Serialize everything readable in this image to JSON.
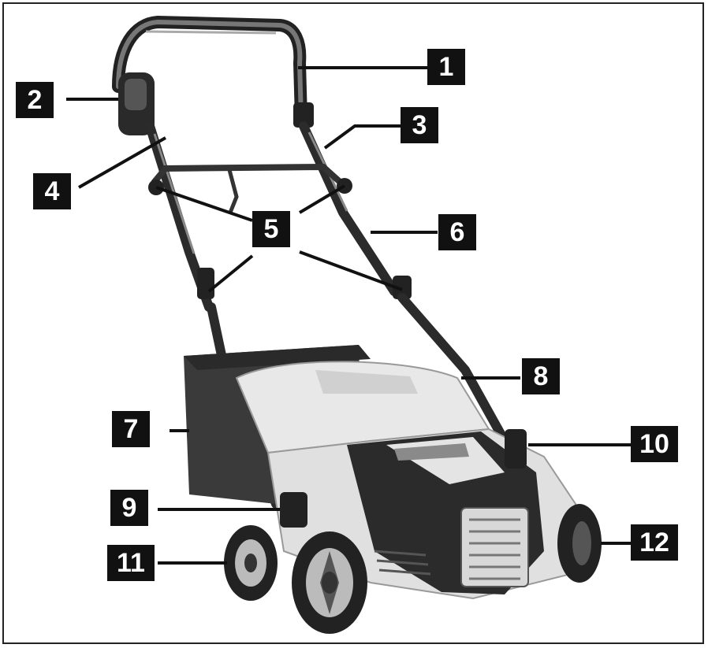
{
  "diagram": {
    "callouts": [
      {
        "id": "c1",
        "label": "1"
      },
      {
        "id": "c2",
        "label": "2"
      },
      {
        "id": "c3",
        "label": "3"
      },
      {
        "id": "c4",
        "label": "4"
      },
      {
        "id": "c5",
        "label": "5"
      },
      {
        "id": "c6",
        "label": "6"
      },
      {
        "id": "c7",
        "label": "7"
      },
      {
        "id": "c8",
        "label": "8"
      },
      {
        "id": "c9",
        "label": "9"
      },
      {
        "id": "c10",
        "label": "10"
      },
      {
        "id": "c11",
        "label": "11"
      },
      {
        "id": "c12",
        "label": "12"
      }
    ],
    "colors": {
      "callout_bg": "#111111",
      "callout_text": "#ffffff",
      "body_light": "#e6e6e6",
      "body_dark": "#2b2b2b",
      "bag": "#3a3a3a"
    }
  }
}
